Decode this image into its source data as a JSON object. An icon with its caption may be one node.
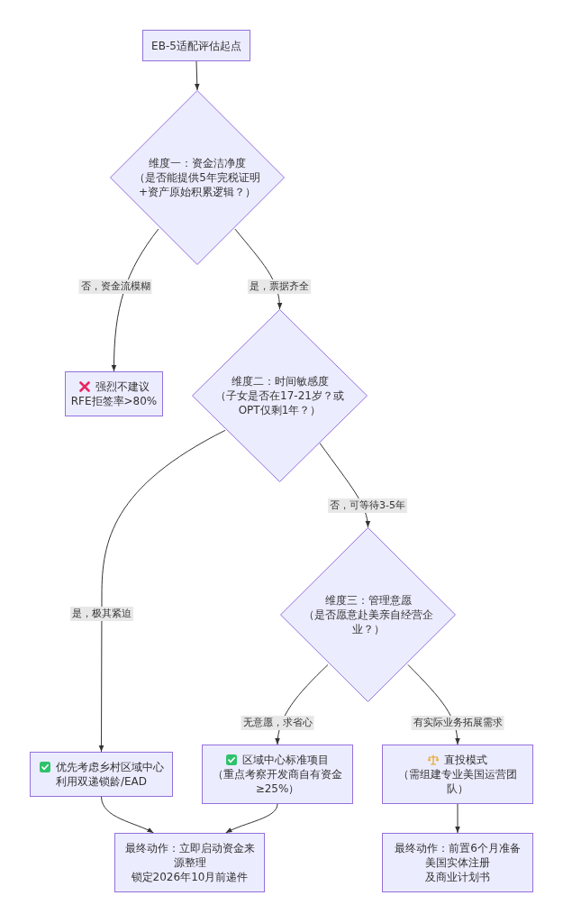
{
  "diagram": {
    "nodes": [
      {
        "text": [
          "EB-5适配评估起点"
        ]
      },
      {
        "text": [
          "维度一：资金洁净度",
          "（是否能提供5年完税证明+资产原始积累逻辑？）"
        ]
      },
      {
        "text": [
          "强烈不建议",
          "RFE拒签率>80%"
        ]
      },
      {
        "text": [
          "维度二：时间敏感度",
          "（子女是否在17-21岁？或OPT仅剩1年？）"
        ]
      },
      {
        "text": [
          "维度三：管理意愿",
          "（是否愿意赴美亲自经营企业？）"
        ]
      },
      {
        "text": [
          "优先考虑乡村区域中心",
          "利用双递锁龄/EAD"
        ]
      },
      {
        "text": [
          "区域中心标准项目",
          "（重点考察开发商自有资金≥25%）"
        ]
      },
      {
        "text": [
          "直投模式",
          "（需组建专业美国运营团队）"
        ]
      },
      {
        "text": [
          "最终动作：立即启动资金来源整理",
          "锁定2026年10月前递件"
        ]
      },
      {
        "text": [
          "最终动作：前置6个月准备",
          "美国实体注册",
          "及商业计划书"
        ]
      }
    ],
    "edges": [
      {
        "from": 0,
        "to": 1,
        "arrow": "to"
      },
      {
        "from": 1,
        "to": 2,
        "arrow": "to",
        "label": "否，资金流模糊"
      },
      {
        "from": 1,
        "to": 3,
        "arrow": "to",
        "label": "是，票据齐全"
      },
      {
        "from": 3,
        "to": 5,
        "arrow": "to",
        "label": "是，极其紧迫"
      },
      {
        "from": 3,
        "to": 4,
        "arrow": "to",
        "label": "否，可等待3-5年"
      },
      {
        "from": 4,
        "to": 6,
        "arrow": "to",
        "label": "无意愿，求省心"
      },
      {
        "from": 4,
        "to": 7,
        "arrow": "to",
        "label": "有实际业务拓展需求"
      },
      {
        "from": 5,
        "to": 8,
        "arrow": "to"
      },
      {
        "from": 6,
        "to": 8,
        "arrow": "to"
      },
      {
        "from": 7,
        "to": 9,
        "arrow": "to"
      }
    ]
  }
}
